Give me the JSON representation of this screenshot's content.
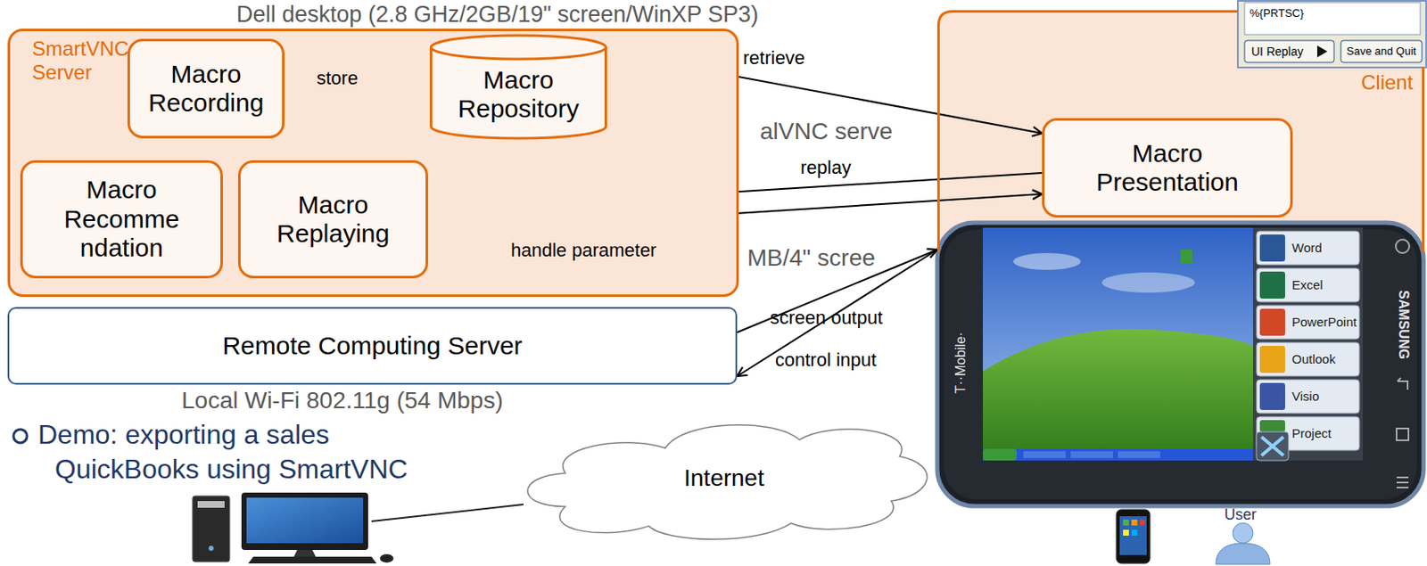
{
  "diagram": {
    "nodes": [
      {
        "text": [
          "SmartVNC Server"
        ]
      },
      {
        "text": [
          "Macro Recording"
        ],
        "in": 0
      },
      {
        "text": [
          "Macro Repository"
        ],
        "in": 0
      },
      {
        "text": [
          "Macro Recomme ndation"
        ],
        "in": 0
      },
      {
        "text": [
          "Macro Replaying"
        ],
        "in": 0
      },
      {
        "text": [
          "Client"
        ]
      },
      {
        "text": [
          "Macro Presentation"
        ],
        "in": 5
      },
      {
        "text": [
          "Remote Computing Server"
        ]
      },
      {
        "text": [
          "Internet"
        ]
      }
    ],
    "edges": [
      {
        "from": 1,
        "to": 2,
        "label": "store",
        "arrow": "to"
      },
      {
        "from": 2,
        "to": 6,
        "label": "retrieve",
        "arrow": "to"
      },
      {
        "from": 6,
        "to": 4,
        "label": "replay",
        "arrow": "to"
      },
      {
        "from": 6,
        "to": 4,
        "label": "handle parameter",
        "arrow": "both"
      },
      {
        "from": 7,
        "to": 5,
        "label": "screen output",
        "arrow": "to"
      },
      {
        "from": 5,
        "to": 7,
        "label": "control input",
        "arrow": "to"
      }
    ],
    "labels": [
      "Dell desktop (2.8 GHz/2GB/19\" screen/WinXP SP3)",
      "alVNC serve",
      "MB/4\" scree",
      "Local Wi-Fi 802.11g (54 Mbps)",
      "Demo: exporting a sales",
      "QuickBooks using SmartVNC",
      "%{PRTSC}",
      "UI Replay",
      "Save and Quit",
      "T··Mobile·",
      "SAMSUNG",
      "Word",
      "Excel",
      "PowerPoint",
      "Outlook",
      "Visio",
      "Project",
      "User"
    ]
  }
}
